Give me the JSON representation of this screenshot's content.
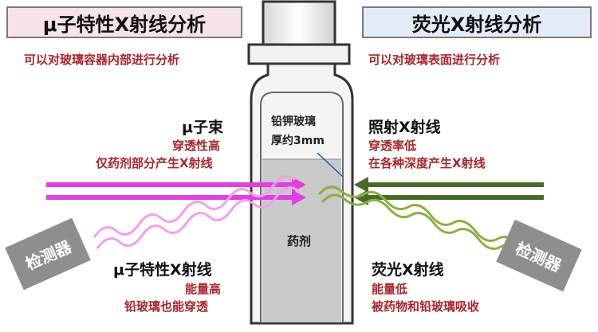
{
  "left_panel": {
    "title": "μ子特性X射线分析",
    "subtitle": "可以对玻璃容器内部进行分析",
    "beam_title": "μ子束",
    "beam_line1": "穿透性高",
    "beam_line2": "仅药剂部分产生X射线",
    "xray_title": "μ子特性X射线",
    "xray_line1": "能量高",
    "xray_line2": "铅玻璃也能穿透",
    "detector": "检测器"
  },
  "right_panel": {
    "title": "荧光X射线分析",
    "subtitle": "可以对玻璃表面进行分析",
    "beam_title": "照射X射线",
    "beam_line1": "穿透率低",
    "beam_line2": "在各种深度产生X射线",
    "xray_title": "荧光X射线",
    "xray_line1": "能量低",
    "xray_line2": "被药物和铅玻璃吸收",
    "detector": "检测器"
  },
  "bottle": {
    "glass_label_line1": "铅钾玻璃",
    "glass_label_line2": "厚约3mm",
    "content_label": "药剂"
  },
  "colors": {
    "left_accent": "#a8262c",
    "muon_beam": "#e040e0",
    "muon_xray": "#f0a0f0",
    "xray_beam": "#4a6a2a",
    "fluorescent_xray": "#8ab040"
  }
}
